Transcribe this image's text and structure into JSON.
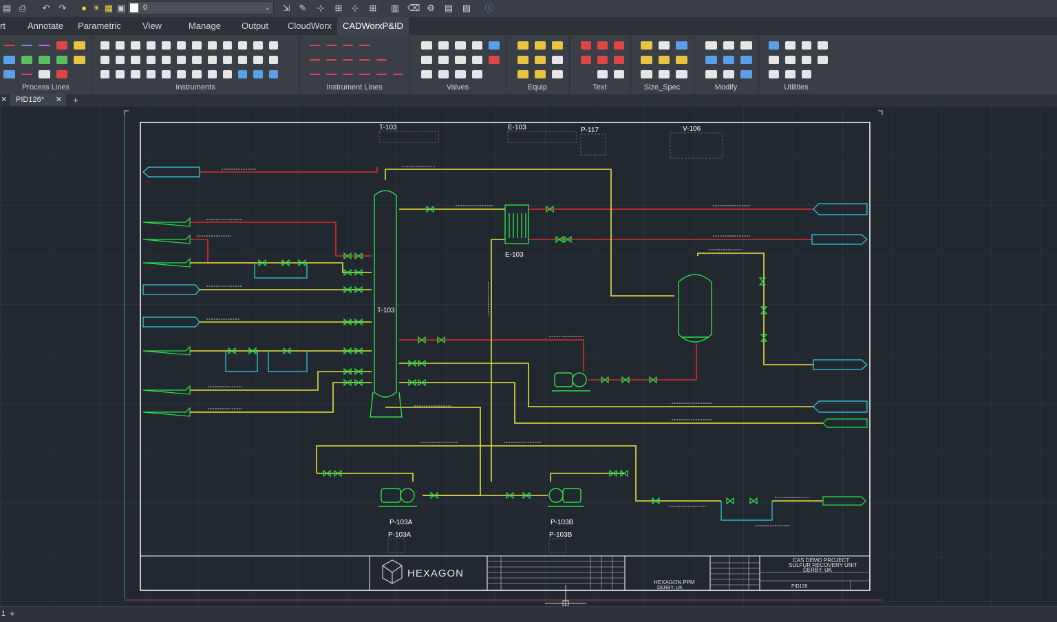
{
  "qat": {
    "layer_value": "0"
  },
  "tabs": [
    {
      "label": "rt"
    },
    {
      "label": "Annotate"
    },
    {
      "label": "Parametric"
    },
    {
      "label": "View"
    },
    {
      "label": "Manage"
    },
    {
      "label": "Output"
    },
    {
      "label": "CloudWorx"
    },
    {
      "label": "CADWorxP&ID"
    }
  ],
  "ribbon": {
    "panels": [
      {
        "label": "Process Lines"
      },
      {
        "label": "Instruments"
      },
      {
        "label": "Instrument Lines"
      },
      {
        "label": "Valves"
      },
      {
        "label": "Equip"
      },
      {
        "label": "Text"
      },
      {
        "label": "Size_Spec"
      },
      {
        "label": "Modify"
      },
      {
        "label": "Utilities"
      }
    ]
  },
  "doc_tab": {
    "name": "PID126*",
    "close": "✕",
    "add": "+"
  },
  "status": {
    "layout": "1",
    "add": "+"
  },
  "drawing": {
    "colors": {
      "process": "#e8e23c",
      "hot": "#e02a2a",
      "equipment": "#2ee04a",
      "connector": "#35d2e0"
    },
    "equipment": {
      "t103_top": "T-103",
      "t103_mid": "T-103",
      "e103_top": "E-103",
      "e103_bottom": "E-103",
      "p117": "P-117",
      "v106": "V-106",
      "p103a": "P-103A",
      "p103a_2": "P-103A",
      "p103b": "P-103B",
      "p103b_2": "P-103B"
    },
    "title_block": {
      "brand": "HEXAGON",
      "center_line1": "HEXAGON PPM",
      "center_line2": "DERBY, UK",
      "project_line1": "CAS DEMO PROJECT",
      "project_line2": "SULFUR RECOVERY UNIT",
      "project_line3": "DERBY, UK",
      "drawing_no": "PID126"
    }
  }
}
